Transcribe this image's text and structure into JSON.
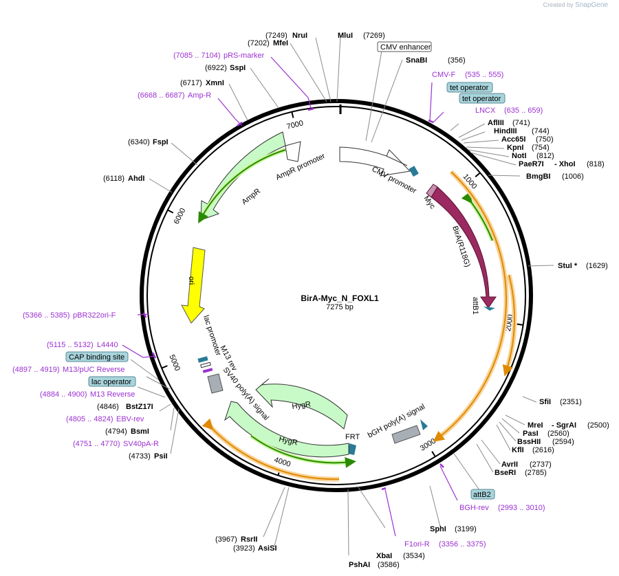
{
  "header": {
    "created_by": "Created by",
    "brand": "SnapGene"
  },
  "plasmid": {
    "name": "BirA-Myc_N_FOXL1",
    "size_label": "7275 bp",
    "length": 7275
  },
  "colors": {
    "feature_green": "#c8fac8",
    "feature_yellow": "#ffff00",
    "birA": "#9a2a60",
    "myc": "#c690b0",
    "orange_arrow": "#e08a00",
    "orange_glow": "#f8d49a",
    "green_arrow": "#2a8a00",
    "green_glow": "#c9f79c",
    "primer": "#9b30d0",
    "teal_box": "#a8d4dc",
    "teal_feature": "#2a7a96"
  },
  "ticks": [
    {
      "pos": 1000,
      "label": "1000"
    },
    {
      "pos": 2000,
      "label": "2000"
    },
    {
      "pos": 3000,
      "label": "3000"
    },
    {
      "pos": 4000,
      "label": "4000"
    },
    {
      "pos": 5000,
      "label": "5000"
    },
    {
      "pos": 6000,
      "label": "6000"
    },
    {
      "pos": 7000,
      "label": "7000"
    }
  ],
  "features": [
    {
      "label": "CMV promoter",
      "label_pos": 4720
    },
    {
      "label": "Myc"
    },
    {
      "label": "BirA(R118G)"
    },
    {
      "label": "attB1"
    },
    {
      "label": "bGH poly(A) signal"
    },
    {
      "label": "FRT"
    },
    {
      "label": "HygR"
    },
    {
      "label": "HygR"
    },
    {
      "label": "SV40 poly(A) signal"
    },
    {
      "label": "M13 rev"
    },
    {
      "label": "lac promoter"
    },
    {
      "label": "ori"
    },
    {
      "label": "AmpR"
    },
    {
      "label": "AmpR promoter"
    }
  ],
  "left_labels": [
    {
      "pos": "(7249)",
      "name": "NruI"
    },
    {
      "pos": "(7202)",
      "name": "MfeI"
    },
    {
      "pos": "(7085 .. 7104)",
      "name": "pRS-marker"
    },
    {
      "pos": "(6922)",
      "name": "SspI"
    },
    {
      "pos": "(6717)",
      "name": "XmnI"
    },
    {
      "pos": "(6668 .. 6687)",
      "name": "Amp-R"
    },
    {
      "pos": "(6340)",
      "name": "FspI"
    },
    {
      "pos": "(6118)",
      "name": "AhdI"
    },
    {
      "pos": "(5366 .. 5385)",
      "name": "pBR322ori-F"
    },
    {
      "pos": "(5115 .. 5132)",
      "name": "L4440"
    },
    {
      "name": "CAP binding site"
    },
    {
      "pos": "(4897 .. 4919)",
      "name": "M13/pUC Reverse"
    },
    {
      "name": "lac operator"
    },
    {
      "pos": "(4884 .. 4900)",
      "name": "M13 Reverse"
    },
    {
      "pos": "(4846)",
      "name": "BstZ17I"
    },
    {
      "pos": "(4805 .. 4824)",
      "name": "EBV-rev"
    },
    {
      "pos": "(4794)",
      "name": "BsmI"
    },
    {
      "pos": "(4751 .. 4770)",
      "name": "SV40pA-R"
    },
    {
      "pos": "(4733)",
      "name": "PsiI"
    }
  ],
  "right_labels": [
    {
      "name": "MluI",
      "pos": "(7269)"
    },
    {
      "name": "CMV enhancer"
    },
    {
      "name": "SnaBI",
      "pos": "(356)"
    },
    {
      "name": "CMV-F",
      "pos": "(535 .. 555)"
    },
    {
      "name": "tet operator"
    },
    {
      "name": "tet operator"
    },
    {
      "name": "LNCX",
      "pos": "(635 .. 659)"
    },
    {
      "name": "AflIII",
      "pos": "(741)"
    },
    {
      "name": "HindIII",
      "pos": "(744)"
    },
    {
      "name": "Acc65I",
      "pos": "(750)"
    },
    {
      "name": "KpnI",
      "pos": "(754)"
    },
    {
      "name": "NotI",
      "pos": "(812)"
    },
    {
      "name": "PaeR7I",
      "extra": "- XhoI",
      "pos": "(818)"
    },
    {
      "name": "BmgBI",
      "pos": "(1006)"
    },
    {
      "name": "StuI *",
      "pos": "(1629)"
    },
    {
      "name": "SfiI",
      "pos": "(2351)"
    },
    {
      "name": "MreI",
      "extra": "- SgrAI",
      "pos": "(2500)"
    },
    {
      "name": "PasI",
      "pos": "(2560)"
    },
    {
      "name": "BssHII",
      "pos": "(2594)"
    },
    {
      "name": "KflI",
      "pos": "(2616)"
    },
    {
      "name": "AvrII",
      "pos": "(2737)"
    },
    {
      "name": "BseRI",
      "pos": "(2785)"
    },
    {
      "name": "attB2"
    },
    {
      "name": "BGH-rev",
      "pos": "(2993 .. 3010)"
    },
    {
      "name": "SphI",
      "pos": "(3199)"
    },
    {
      "name": "F1ori-R",
      "pos": "(3356 .. 3375)"
    },
    {
      "name": "XbaI",
      "pos": "(3534)"
    },
    {
      "name": "PshAI",
      "pos": "(3586)"
    },
    {
      "name": "RsrII",
      "pos": "(3967)"
    },
    {
      "name": "AsiSI",
      "pos": "(3923)"
    }
  ]
}
